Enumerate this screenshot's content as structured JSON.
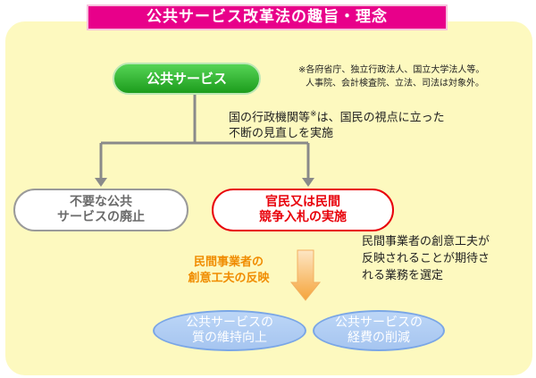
{
  "title": "公共サービス改革法の趣旨・理念",
  "nodes": {
    "public_service": "公共サービス",
    "abolish": {
      "line1": "不要な公共",
      "line2": "サービスの廃止"
    },
    "bid": {
      "line1": "官民又は民間",
      "line2": "競争入札の実施"
    },
    "quality": {
      "line1": "公共サービスの",
      "line2": "質の維持向上"
    },
    "cost": {
      "line1": "公共サービスの",
      "line2": "経費の削減"
    }
  },
  "notes": {
    "targets_line1": "※各府省庁、独立行政法人、国立大学法人等。",
    "targets_line2": "人事院、会計検査院、立法、司法は対象外。",
    "gov_prefix": "国の行政機関等",
    "gov_mark": "※",
    "gov_suffix": "は、国民の視点に立った",
    "gov_line2": "不断の見直しを実施",
    "reflect_line1": "民間事業者の創意工夫が",
    "reflect_line2": "反映されることが期待さ",
    "reflect_line3": "れる業務を選定"
  },
  "arrow_label": {
    "line1": "民間事業者の",
    "line2": "創意工夫の反映"
  },
  "colors": {
    "title_bg": "#e8008a",
    "background": "#fdf9bf",
    "green": "#2aaa2a",
    "red": "#e8000a",
    "gray": "#8a8a8a",
    "blue": "#a6c5f0",
    "orange": "#f08c00"
  }
}
